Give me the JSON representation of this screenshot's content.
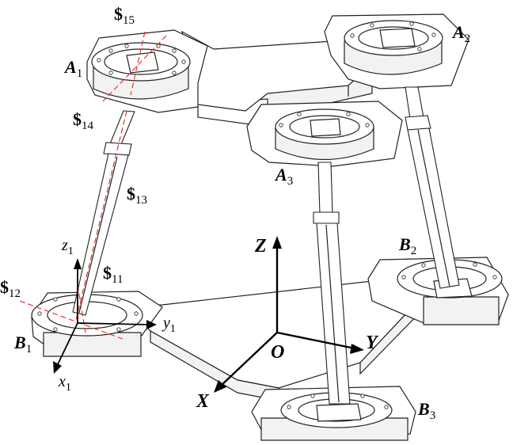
{
  "platform_labels": {
    "A1": {
      "main": "A",
      "sub": "1"
    },
    "A2": {
      "main": "A",
      "sub": "2"
    },
    "A3": {
      "main": "A",
      "sub": "3"
    },
    "B1": {
      "main": "B",
      "sub": "1"
    },
    "B2": {
      "main": "B",
      "sub": "2"
    },
    "B3": {
      "main": "B",
      "sub": "3"
    }
  },
  "screw_labels": {
    "s11": {
      "sym": "$",
      "sub": "11"
    },
    "s12": {
      "sym": "$",
      "sub": "12"
    },
    "s13": {
      "sym": "$",
      "sub": "13"
    },
    "s14": {
      "sym": "$",
      "sub": "14"
    },
    "s15": {
      "sym": "$",
      "sub": "15"
    }
  },
  "global_frame": {
    "X": "X",
    "Y": "Y",
    "Z": "Z",
    "O": "O"
  },
  "local_frame": {
    "x1": {
      "main": "x",
      "sub": "1"
    },
    "y1": {
      "main": "y",
      "sub": "1"
    },
    "z1": {
      "main": "z",
      "sub": "1"
    }
  },
  "colors": {
    "screw_axis": "#e0271f",
    "outline": "#222222"
  }
}
